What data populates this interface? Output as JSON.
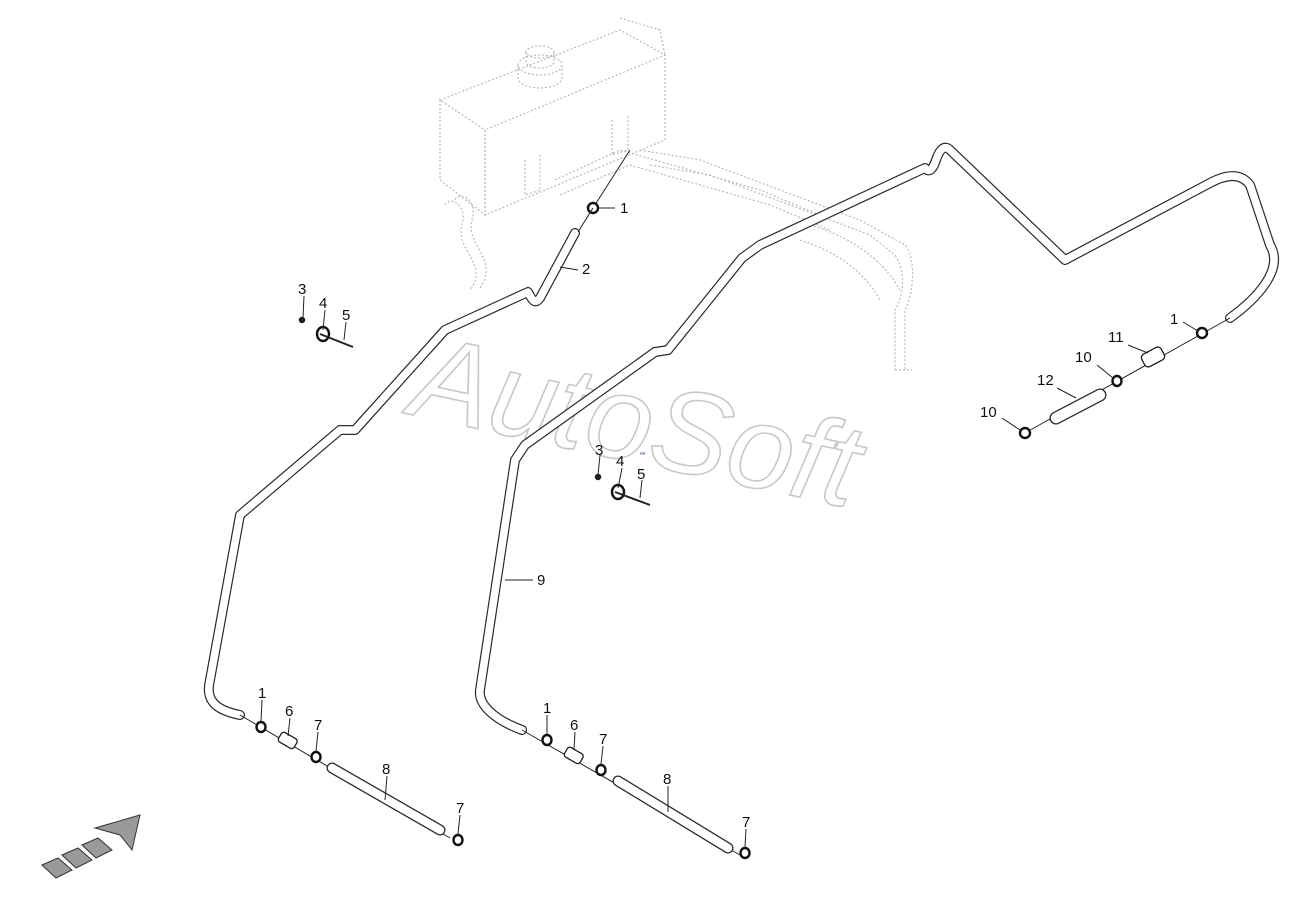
{
  "watermark": {
    "text": "AutoSoft"
  },
  "tiny_mark": "ee ",
  "callouts": [
    {
      "id": "c1a",
      "label": "1"
    },
    {
      "id": "c2",
      "label": "2"
    },
    {
      "id": "c3a",
      "label": "3"
    },
    {
      "id": "c4a",
      "label": "4"
    },
    {
      "id": "c5a",
      "label": "5"
    },
    {
      "id": "c3b",
      "label": "3"
    },
    {
      "id": "c4b",
      "label": "4"
    },
    {
      "id": "c5b",
      "label": "5"
    },
    {
      "id": "c9",
      "label": "9"
    },
    {
      "id": "c1b",
      "label": "1"
    },
    {
      "id": "c11",
      "label": "11"
    },
    {
      "id": "c10a",
      "label": "10"
    },
    {
      "id": "c12",
      "label": "12"
    },
    {
      "id": "c10b",
      "label": "10"
    },
    {
      "id": "c1c",
      "label": "1"
    },
    {
      "id": "c6a",
      "label": "6"
    },
    {
      "id": "c7a",
      "label": "7"
    },
    {
      "id": "c8a",
      "label": "8"
    },
    {
      "id": "c7b",
      "label": "7"
    },
    {
      "id": "c1d",
      "label": "1"
    },
    {
      "id": "c6b",
      "label": "6"
    },
    {
      "id": "c7c",
      "label": "7"
    },
    {
      "id": "c8b",
      "label": "8"
    },
    {
      "id": "c7d",
      "label": "7"
    }
  ]
}
